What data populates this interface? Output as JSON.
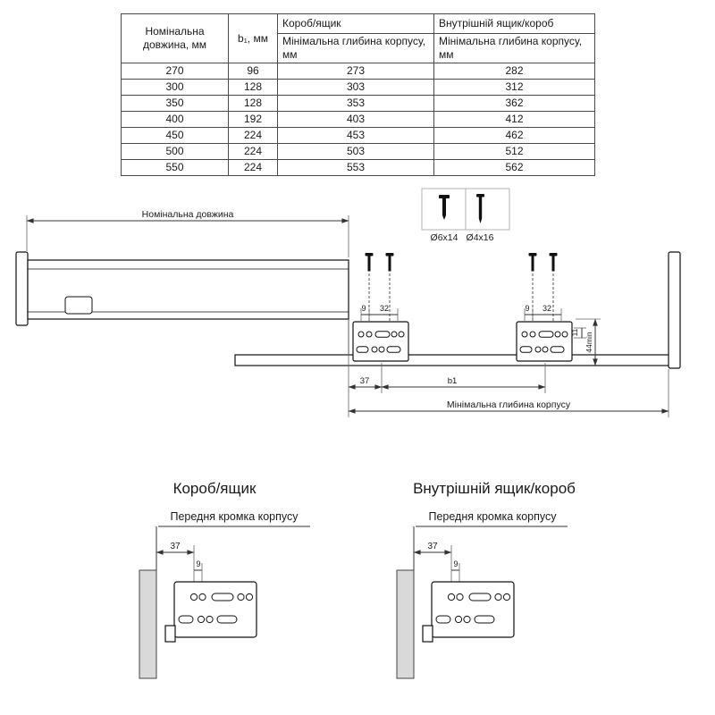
{
  "table": {
    "headers": {
      "nominal_length": "Номінальна довжина, мм",
      "b1": "b₁, мм",
      "korob": "Короб/ящик",
      "korob_sub": "Мінімальна глибина корпусу, мм",
      "inner": "Внутрішній ящик/короб",
      "inner_sub": "Мінімальна глибина корпусу, мм"
    },
    "rows": [
      [
        "270",
        "96",
        "273",
        "282"
      ],
      [
        "300",
        "128",
        "303",
        "312"
      ],
      [
        "350",
        "128",
        "353",
        "362"
      ],
      [
        "400",
        "192",
        "403",
        "412"
      ],
      [
        "450",
        "224",
        "453",
        "462"
      ],
      [
        "500",
        "224",
        "503",
        "512"
      ],
      [
        "550",
        "224",
        "553",
        "562"
      ]
    ]
  },
  "main_drawing": {
    "nominal_length_label": "Номінальна довжина",
    "screw1_label": "Ø6x14",
    "screw2_label": "Ø4x16",
    "dim_9": "9",
    "dim_32": "32",
    "dim_11": "11",
    "dim_44min": "44min",
    "dim_37": "37",
    "dim_b1": "b1",
    "min_depth_label": "Мінімальна глибина корпусу"
  },
  "left_diagram": {
    "title": "Короб/ящик",
    "front_edge_label": "Передня кромка корпусу",
    "dim_37": "37",
    "dim_9": "9"
  },
  "right_diagram": {
    "title": "Внутрішній ящик/короб",
    "front_edge_label": "Передня кромка корпусу",
    "dim_37": "37",
    "dim_9": "9"
  },
  "colors": {
    "line": "#111111",
    "panel_fill": "#d9d9d9",
    "background": "#ffffff"
  }
}
